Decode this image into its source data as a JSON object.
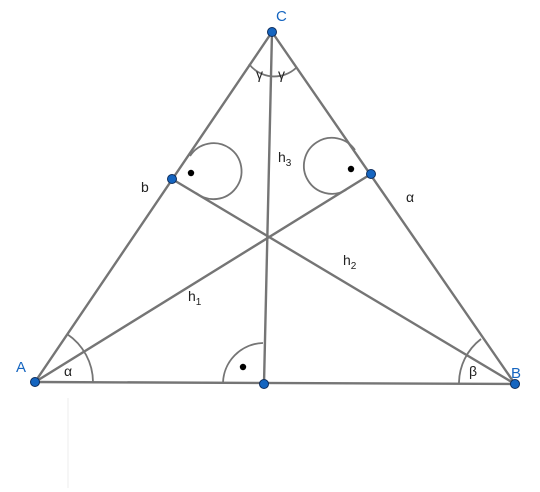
{
  "vertices": {
    "A": "A",
    "B": "B",
    "C": "C"
  },
  "sides": {
    "b": "b",
    "a": "α"
  },
  "heights": {
    "h1": {
      "base": "h",
      "sub": "1"
    },
    "h2": {
      "base": "h",
      "sub": "2"
    },
    "h3": {
      "base": "h",
      "sub": "3"
    }
  },
  "angles": {
    "alpha": "α",
    "beta": "β",
    "gamma_left": "γ",
    "gamma_right": "γ"
  },
  "colors": {
    "line": "#757575",
    "point": "#1565c0",
    "label": "#1565c0"
  }
}
